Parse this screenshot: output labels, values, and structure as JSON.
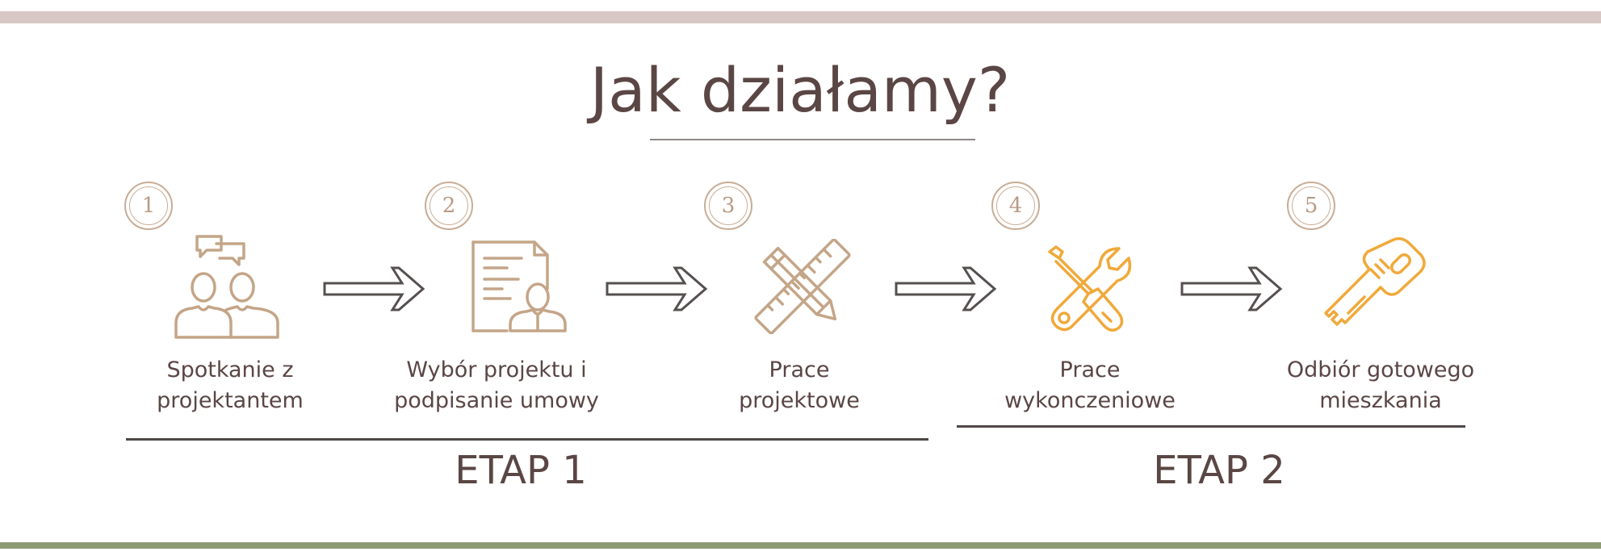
{
  "title": "Jak działamy?",
  "steps": [
    {
      "number": "1",
      "label_line1": "Spotkanie z",
      "label_line2": "projektantem",
      "icon": "meeting-people-icon"
    },
    {
      "number": "2",
      "label_line1": "Wybór projektu i",
      "label_line2": "podpisanie umowy",
      "icon": "contract-document-icon"
    },
    {
      "number": "3",
      "label_line1": "Prace",
      "label_line2": "projektowe",
      "icon": "ruler-pencil-icon"
    },
    {
      "number": "4",
      "label_line1": "Prace",
      "label_line2": "wykonczeniowe",
      "icon": "wrench-screwdriver-icon"
    },
    {
      "number": "5",
      "label_line1": "Odbiór gotowego",
      "label_line2": "mieszkania",
      "icon": "key-icon"
    }
  ],
  "stages": [
    {
      "label": "ETAP 1"
    },
    {
      "label": "ETAP 2"
    }
  ],
  "colors": {
    "text": "#5a4644",
    "stage1_icon": "#c4a588",
    "stage2_icon": "#f0a93a",
    "number_ring": "#c9ad95",
    "arrow": "#55504f",
    "top_band": "#d8c8c5",
    "bottom_band": "#8d9b72"
  }
}
